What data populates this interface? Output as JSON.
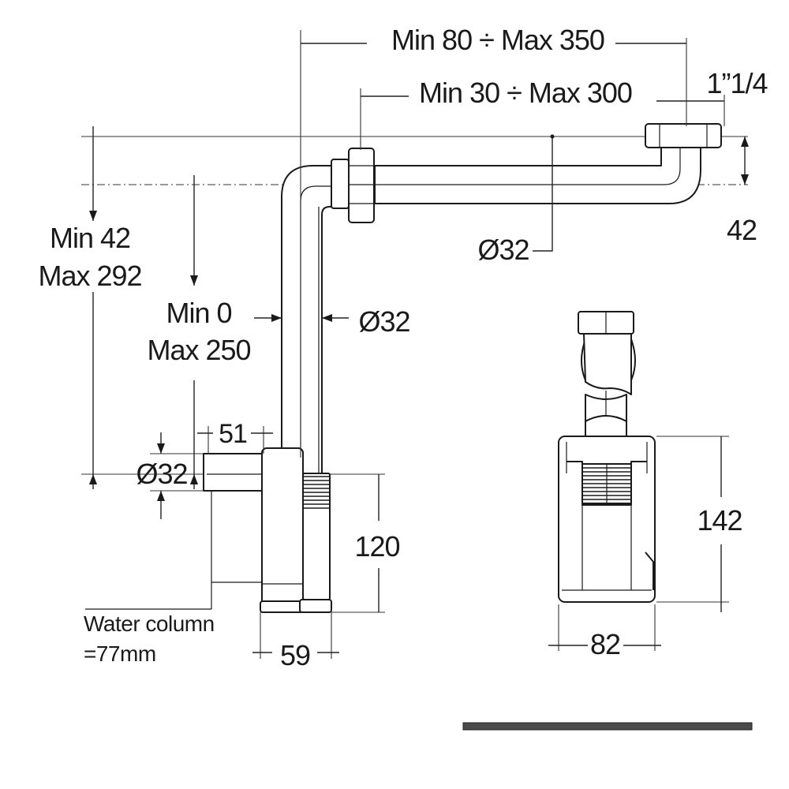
{
  "dimensions": {
    "horizontal_total": "Min 80 ÷ Max 350",
    "horizontal_inner": "Min 30 ÷ Max 300",
    "thread": "1”1/4",
    "outlet_offset": "42",
    "pipe_diameter_horizontal": "Ø32",
    "pipe_diameter_vertical": "Ø32",
    "height_total_min": "Min 42",
    "height_total_max": "Max 292",
    "height_adjust_min": "Min 0",
    "height_adjust_max": "Max 250",
    "outlet_length": "51",
    "outlet_diameter": "Ø32",
    "body_height": "120",
    "body_width": "59",
    "front_height": "142",
    "front_width": "82"
  },
  "notes": {
    "water_column_line1": "Water column",
    "water_column_line2": "=77mm"
  },
  "colors": {
    "line": "#1a1a1a",
    "scale_bar": "#4a4a4a"
  }
}
